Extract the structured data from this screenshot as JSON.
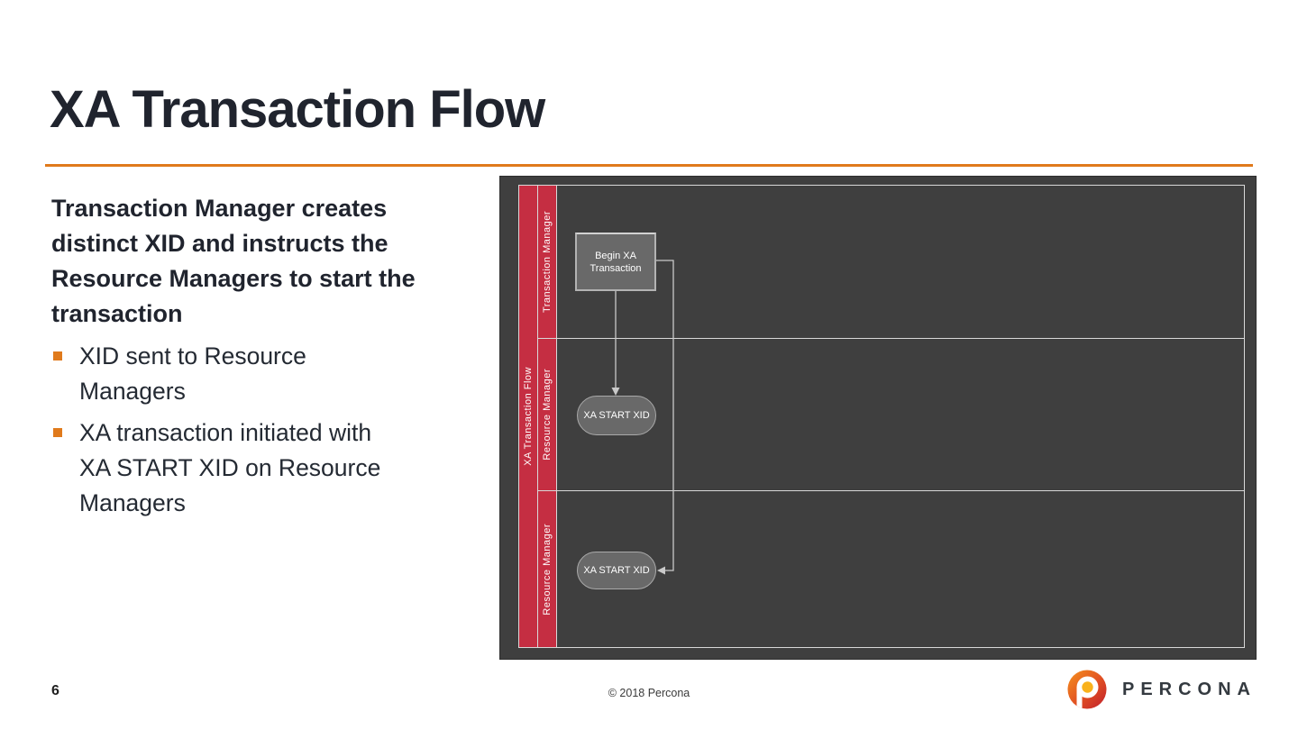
{
  "slide": {
    "title": "XA Transaction Flow",
    "page_number": "6",
    "copyright": "© 2018 Percona"
  },
  "content": {
    "lead": "Transaction Manager creates distinct XID and instructs the Resource Managers to start the transaction",
    "bullets": [
      {
        "text": "XID sent to Resource Managers"
      },
      {
        "text": "XA transaction initiated with XA START XID on Resource Managers"
      }
    ]
  },
  "diagram": {
    "pool_label": "XA Transaction Flow",
    "lanes": [
      {
        "label": "Transaction Manager"
      },
      {
        "label": "Resource Manager"
      },
      {
        "label": "Resource Manager"
      }
    ],
    "nodes": [
      {
        "id": "begin-xa",
        "label": "Begin XA Transaction",
        "shape": "rectangle",
        "lane": "Transaction Manager"
      },
      {
        "id": "xa-start-1",
        "label": "XA START XID",
        "shape": "pill",
        "lane": "Resource Manager"
      },
      {
        "id": "xa-start-2",
        "label": "XA START XID",
        "shape": "pill",
        "lane": "Resource Manager"
      }
    ],
    "edges": [
      {
        "from": "begin-xa",
        "to": "xa-start-1"
      },
      {
        "from": "begin-xa",
        "to": "xa-start-2"
      }
    ],
    "colors": {
      "canvas": "#3f3f3f",
      "lane_header": "#c52e42",
      "node_fill": "#696969",
      "node_border": "#b3b3b3",
      "connector": "#c9c9c9",
      "grid_line": "#d8d8d8"
    }
  },
  "footer": {
    "brand": "PERCONA",
    "logo_colors": {
      "gradient_start": "#f6921e",
      "gradient_end": "#bf1e2d",
      "center_dot": "#f9b21c"
    }
  },
  "theme": {
    "accent": "#e07a1c",
    "text": "#20242e"
  }
}
